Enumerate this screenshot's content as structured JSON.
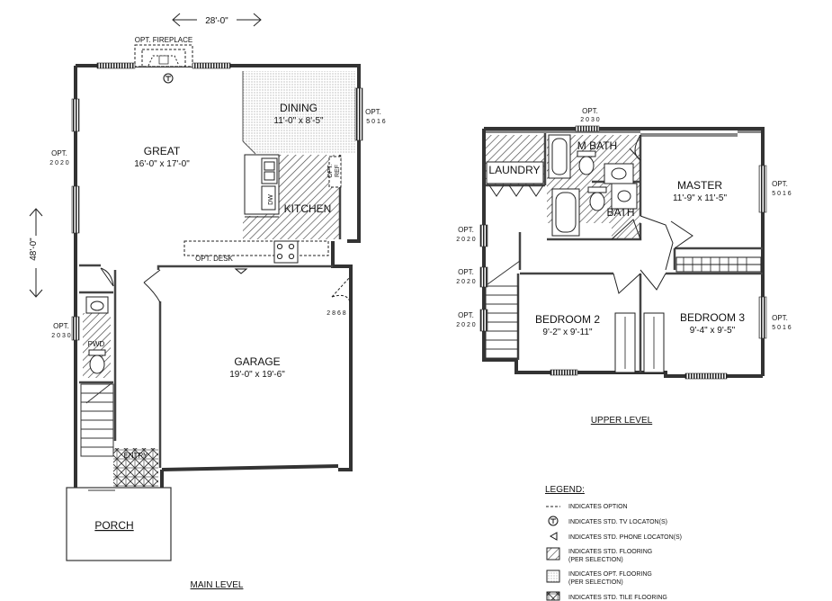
{
  "dims": {
    "width": "28'-0\"",
    "depth": "48'-0\""
  },
  "main_level": {
    "title": "MAIN LEVEL",
    "rooms": [
      {
        "key": "great",
        "name": "GREAT",
        "size": "16'-0\" x 17'-0\""
      },
      {
        "key": "dining",
        "name": "DINING",
        "size": "11'-0\" x 8'-5\""
      },
      {
        "key": "kitchen",
        "name": "KITCHEN",
        "size": ""
      },
      {
        "key": "garage",
        "name": "GARAGE",
        "size": "19'-0\" x 19'-6\""
      },
      {
        "key": "porch",
        "name": "PORCH",
        "size": ""
      },
      {
        "key": "pwd",
        "name": "PWD",
        "size": ""
      },
      {
        "key": "entry",
        "name": "ENTRY",
        "size": ""
      }
    ],
    "notes": {
      "fireplace": "OPT. FIREPLACE",
      "desk": "OPT. DESK",
      "dw": "DW",
      "ref1": "OPT.",
      "ref2": "REF"
    },
    "windows": {
      "dining": {
        "opt": "OPT.",
        "code": "5 0 1 6"
      },
      "great": {
        "opt": "OPT.",
        "code": "2 0 2 0"
      },
      "pwd": {
        "opt": "OPT.",
        "code": "2 0 3 0"
      },
      "garage_door": {
        "code": "2 8 6 8"
      }
    }
  },
  "upper_level": {
    "title": "UPPER LEVEL",
    "rooms": [
      {
        "key": "laundry",
        "name": "LAUNDRY",
        "size": ""
      },
      {
        "key": "mbath",
        "name": "M BATH",
        "size": ""
      },
      {
        "key": "bath",
        "name": "BATH",
        "size": ""
      },
      {
        "key": "master",
        "name": "MASTER",
        "size": "11'-9\" x 11'-5\""
      },
      {
        "key": "bed2",
        "name": "BEDROOM 2",
        "size": "9'-2\" x 9'-11\""
      },
      {
        "key": "bed3",
        "name": "BEDROOM 3",
        "size": "9'-4\" x 9'-5\""
      }
    ],
    "windows": {
      "top": {
        "opt": "OPT.",
        "code": "2 0 3 0"
      },
      "master": {
        "opt": "OPT.",
        "code": "5 0 1 6"
      },
      "left1": {
        "opt": "OPT.",
        "code": "2 0 2 0"
      },
      "left2": {
        "opt": "OPT.",
        "code": "2 0 2 0"
      },
      "left3": {
        "opt": "OPT.",
        "code": "2 0 2 0"
      },
      "bed3": {
        "opt": "OPT.",
        "code": "5 0 1 6"
      }
    }
  },
  "legend": {
    "title": "LEGEND:",
    "items": [
      {
        "text": "INDICATES OPTION",
        "text2": ""
      },
      {
        "text": "INDICATES STD. TV LOCATON(S)",
        "text2": ""
      },
      {
        "text": "INDICATES STD. PHONE LOCATON(S)",
        "text2": ""
      },
      {
        "text": "INDICATES STD. FLOORING",
        "text2": "(PER SELECTION)"
      },
      {
        "text": "INDICATES OPT. FLOORING",
        "text2": "(PER SELECTION)"
      },
      {
        "text": "INDICATES STD. TILE FLOORING",
        "text2": ""
      }
    ]
  }
}
